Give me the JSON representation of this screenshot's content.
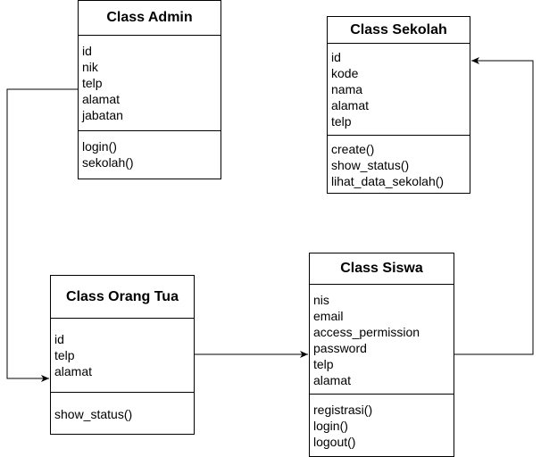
{
  "colors": {
    "stroke": "#000000",
    "fill": "#ffffff"
  },
  "classes": {
    "admin": {
      "title": "Class Admin",
      "attributes": [
        "id",
        "nik",
        "telp",
        "alamat",
        "jabatan"
      ],
      "methods": [
        "login()",
        "sekolah()"
      ]
    },
    "sekolah": {
      "title": "Class Sekolah",
      "attributes": [
        "id",
        "kode",
        "nama",
        "alamat",
        "telp"
      ],
      "methods": [
        "create()",
        "show_status()",
        "lihat_data_sekolah()"
      ]
    },
    "orangtua": {
      "title": "Class Orang Tua",
      "attributes": [
        "id",
        "telp",
        "alamat"
      ],
      "methods": [
        "show_status()"
      ]
    },
    "siswa": {
      "title": "Class Siswa",
      "attributes": [
        "nis",
        "email",
        "access_permission",
        "password",
        "telp",
        "alamat"
      ],
      "methods": [
        "registrasi()",
        "login()",
        "logout()"
      ]
    }
  },
  "connectors": [
    {
      "from": "admin",
      "to": "orangtua"
    },
    {
      "from": "orangtua",
      "to": "siswa"
    },
    {
      "from": "siswa",
      "to": "sekolah"
    }
  ]
}
